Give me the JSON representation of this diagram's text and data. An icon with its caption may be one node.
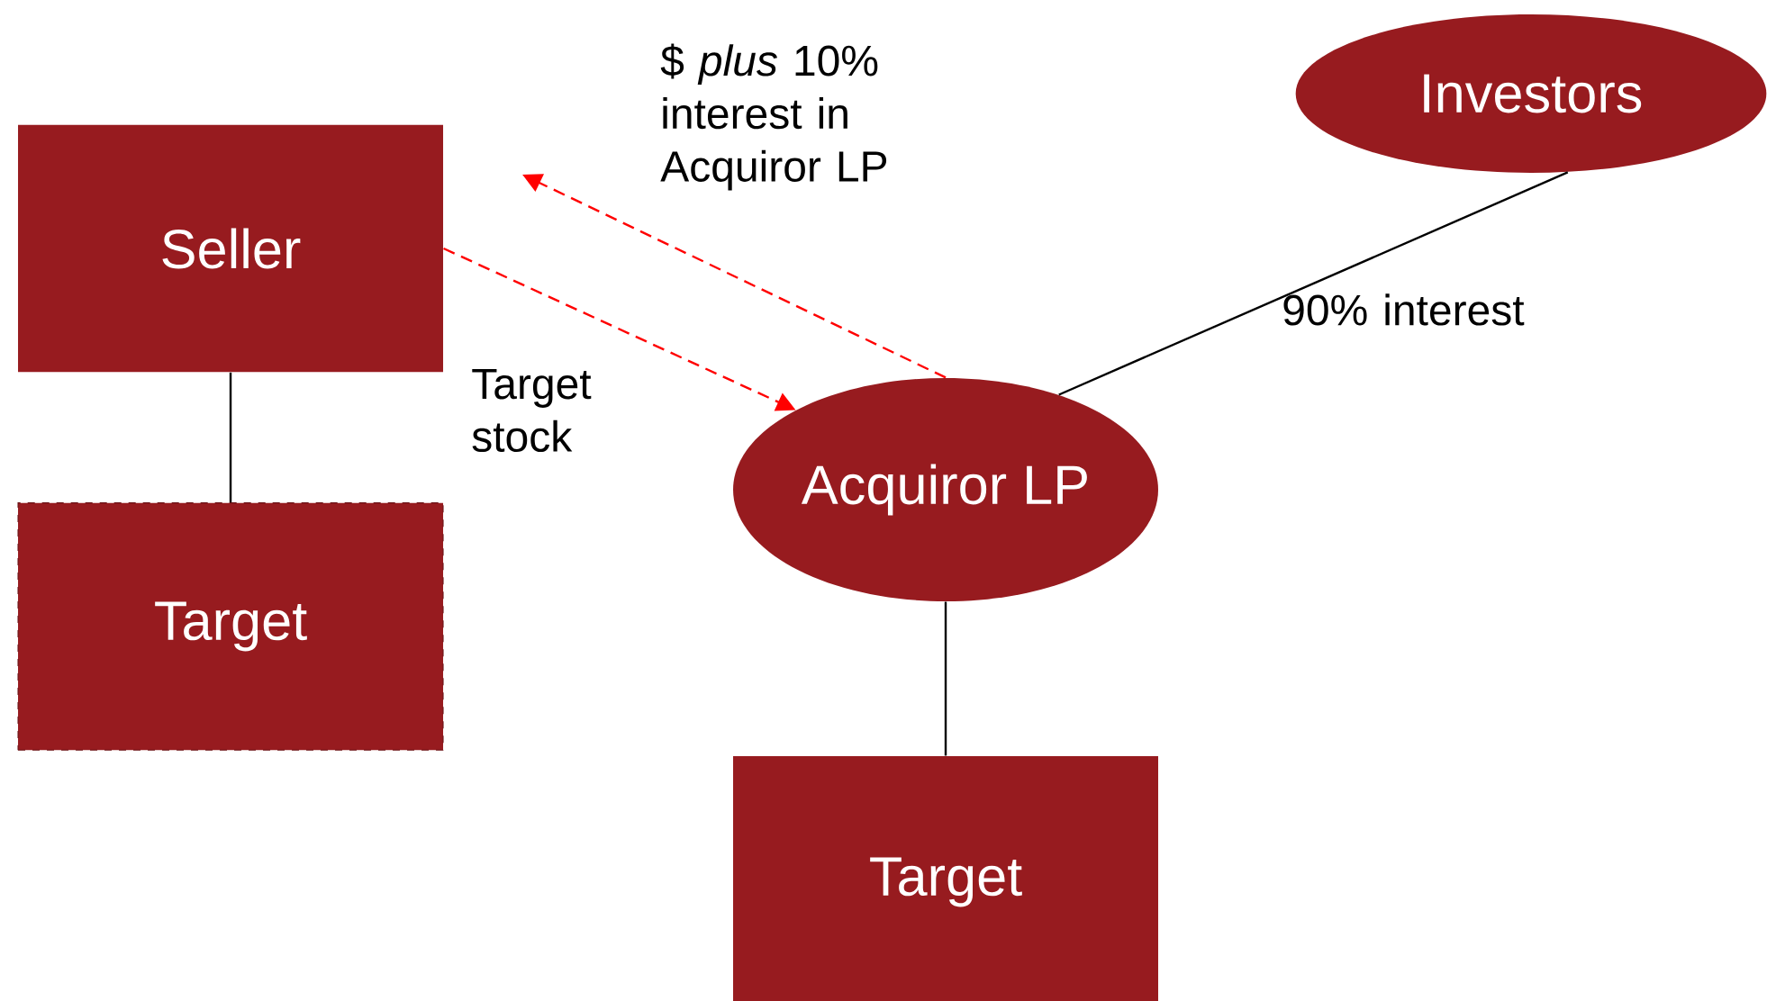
{
  "diagram": {
    "nodes": [
      {
        "text": [
          "Seller"
        ]
      },
      {
        "text": [
          "Target"
        ]
      },
      {
        "text": [
          "Investors"
        ]
      },
      {
        "text": [
          "Acquiror LP"
        ]
      },
      {
        "text": [
          "Target"
        ]
      }
    ],
    "edges": [
      {
        "from": 0,
        "to": 1,
        "arrow": "none"
      },
      {
        "from": 0,
        "to": 3,
        "arrow": "to",
        "style": "dashed",
        "color": "#ff0000",
        "label": "Target stock"
      },
      {
        "from": 3,
        "to": null,
        "arrow": "to",
        "style": "dashed",
        "color": "#ff0000",
        "label": "$ *plus* 10% interest in Acquiror LP"
      },
      {
        "from": 2,
        "to": 3,
        "arrow": "none",
        "label": "90% interest"
      },
      {
        "from": 3,
        "to": 4,
        "arrow": "none"
      }
    ]
  }
}
